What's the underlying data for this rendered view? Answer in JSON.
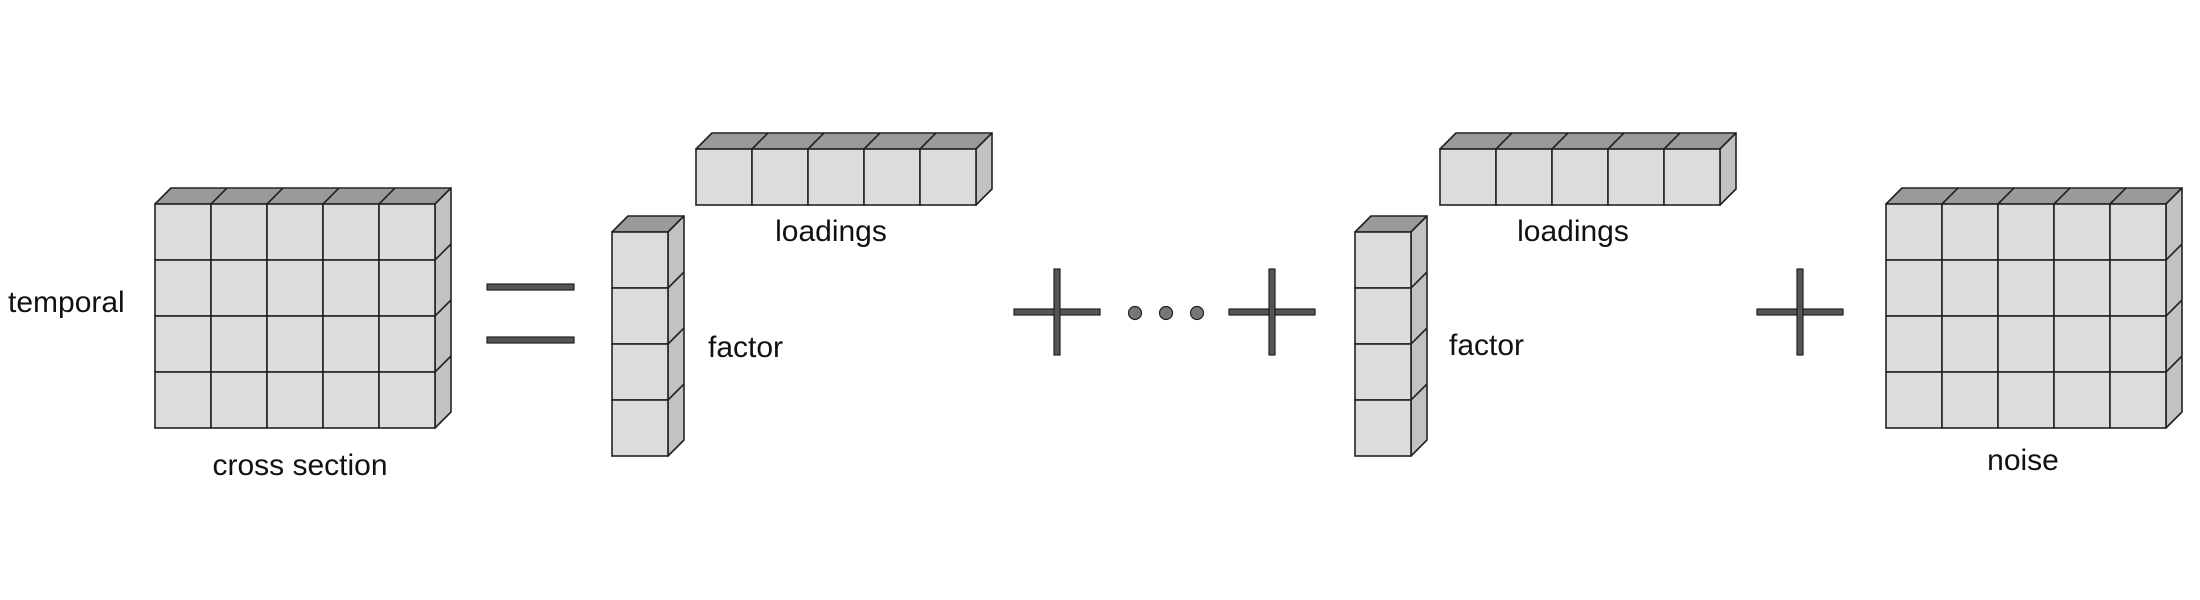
{
  "diagram": {
    "labels": {
      "temporal": "temporal",
      "cross_section": "cross section",
      "factor_1": "factor",
      "loadings_1": "loadings",
      "factor_2": "factor",
      "loadings_2": "loadings",
      "noise": "noise"
    },
    "blocks": {
      "data_matrix": {
        "rows": 4,
        "cols": 5
      },
      "factor_1": {
        "rows": 4,
        "cols": 1
      },
      "loadings_1": {
        "rows": 1,
        "cols": 5
      },
      "factor_2": {
        "rows": 4,
        "cols": 1
      },
      "loadings_2": {
        "rows": 1,
        "cols": 5
      },
      "noise_matrix": {
        "rows": 4,
        "cols": 5
      }
    },
    "colors": {
      "front_face": "#dcdcdc",
      "top_face": "#9a9a9a",
      "side_face": "#c2c2c2",
      "edge": "#222222",
      "operator_fill": "#555555",
      "dot_fill": "#777777"
    }
  }
}
